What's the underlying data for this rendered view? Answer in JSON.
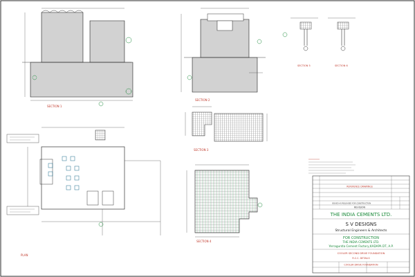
{
  "sections": {
    "s1": "SECTION 1",
    "s2": "SECTION 2",
    "s3": "SECTION 3",
    "s4": "SECTION 4",
    "s5": "SECTION 5",
    "s6": "SECTION 6"
  },
  "plan": {
    "title": "PLAN"
  },
  "title_block": {
    "revision": "REVISION",
    "reference_drawings": "REFERENCE DRAWINGS",
    "released": "ISSUED AS RELEASED FOR CONSTRUCTION",
    "client": "THE INDIA CEMENTS LTD.",
    "consultant": "S V DESIGNS",
    "consultant_sub": "Structural Engineers & Architects",
    "status": "FOR CONSTRUCTION",
    "owner": "THE INDIA CEMENTS LTD.",
    "site": "Yerraguntla Cement Factory,KADAPA DT, A.P.",
    "project": "COOLER SECOND DRIVE FOUNDATION",
    "drawing_type": "R.C.C. DETAILS",
    "drawing_title": "COOLER DRIVE FOUNDATION"
  },
  "colors": {
    "line": "#3a3a3a",
    "hatch": "#5b5b5b",
    "accent": "#1a8a3a",
    "frame": "#2a2a2a"
  }
}
